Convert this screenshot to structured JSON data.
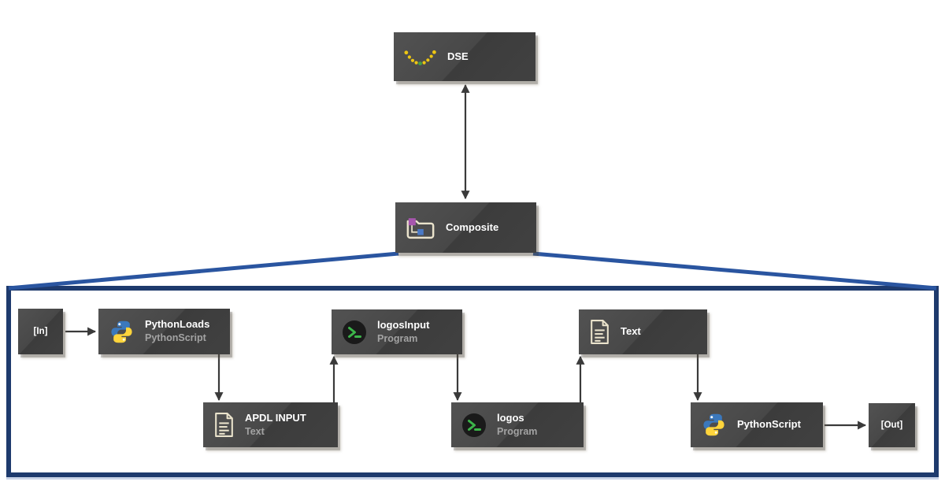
{
  "colors": {
    "canvas_bg": "#ffffff",
    "node_bg_light": "#525252",
    "node_bg_dark": "#3c3c3c",
    "node_title": "#ffffff",
    "node_subtitle": "#a3a3a3",
    "arrow": "#3a3a3a",
    "frame_border": "#1e3a6d",
    "expansion_line": "#2a55a0",
    "python_blue": "#3b78bc",
    "python_yellow": "#ffd43b",
    "terminal_green": "#3cb54a",
    "terminal_bg": "#1a1a1a",
    "doc_cream": "#eae3cc",
    "folder_purple": "#a756ae",
    "folder_blue": "#4b7ac6",
    "dse_yellow": "#edc613",
    "dse_green": "#43a047"
  },
  "diagram": {
    "root_node": {
      "title": "DSE",
      "icon": "dse-scatter-icon"
    },
    "composite_node": {
      "title": "Composite",
      "icon": "composite-folder-icon"
    },
    "subflow": {
      "input": {
        "label": "[In]"
      },
      "output": {
        "label": "[Out]"
      },
      "nodes": [
        {
          "title": "PythonLoads",
          "subtitle": "PythonScript",
          "icon": "python-icon"
        },
        {
          "title": "logosInput",
          "subtitle": "Program",
          "icon": "terminal-icon"
        },
        {
          "title": "Text",
          "subtitle": "",
          "icon": "text-file-icon"
        },
        {
          "title": "APDL INPUT",
          "subtitle": "Text",
          "icon": "text-file-icon"
        },
        {
          "title": "logos",
          "subtitle": "Program",
          "icon": "terminal-icon"
        },
        {
          "title": "PythonScript",
          "subtitle": "",
          "icon": "python-icon"
        }
      ],
      "connections": [
        "DSE <-> Composite",
        "[In] -> PythonLoads",
        "PythonLoads -> APDL INPUT",
        "APDL INPUT -> logosInput",
        "logosInput -> logos",
        "logos -> Text",
        "Text -> PythonScript",
        "PythonScript -> [Out]"
      ]
    }
  }
}
